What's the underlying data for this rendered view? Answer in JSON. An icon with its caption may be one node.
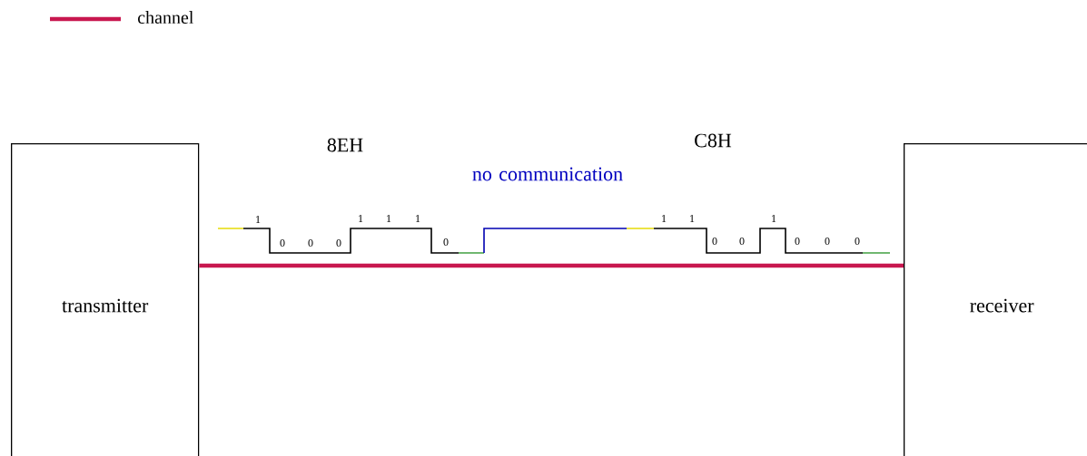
{
  "diagram": {
    "nodes": [
      {
        "text": [
          "transmitter"
        ]
      },
      {
        "text": [
          "receiver"
        ]
      }
    ],
    "edges": [
      {
        "from": 0,
        "to": 1,
        "arrow": "none"
      }
    ],
    "labels": [
      "8EH",
      "no communication",
      "C8H",
      "1",
      "0",
      "0",
      "0",
      "1",
      "1",
      "1",
      "0",
      "1",
      "1",
      "0",
      "0",
      "1",
      "0",
      "0",
      "0"
    ],
    "legend": [
      {
        "text": "channel"
      }
    ]
  }
}
